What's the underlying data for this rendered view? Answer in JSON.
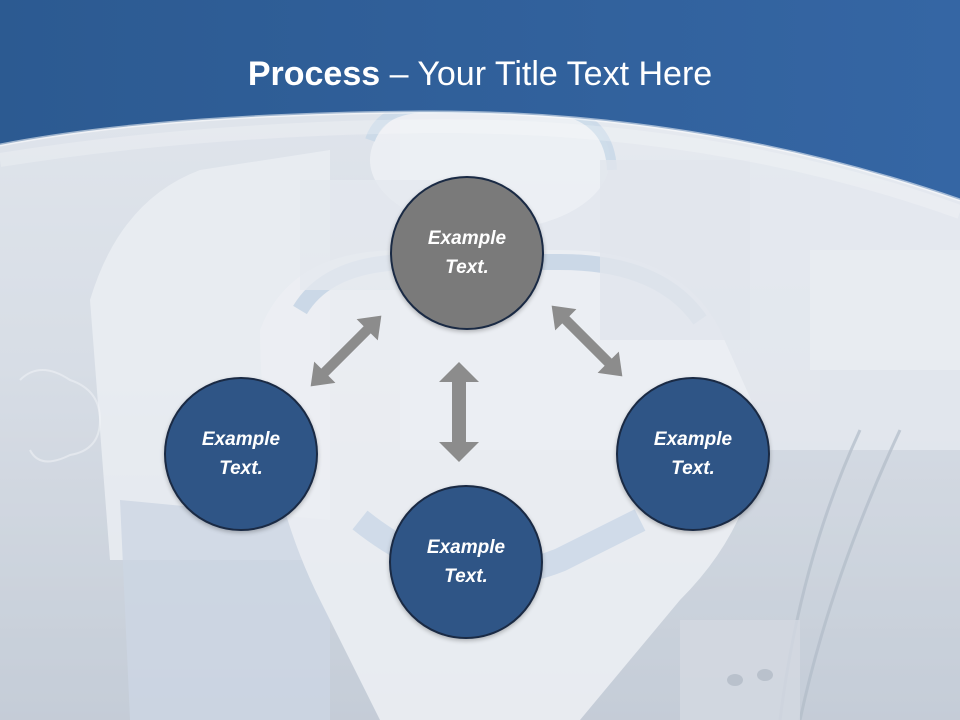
{
  "title": {
    "bold": "Process",
    "separator": " – ",
    "rest": "Your Title Text Here"
  },
  "colors": {
    "header_blue": "#2f5c94",
    "center_node": "#7a7a7a",
    "outer_node": "#2f5586",
    "arrow": "#8c8c8c",
    "background_photo": "#cfd6df"
  },
  "diagram": {
    "center": {
      "label": "Example\nText."
    },
    "left": {
      "label": "Example\nText."
    },
    "bottom": {
      "label": "Example\nText."
    },
    "right": {
      "label": "Example\nText."
    }
  },
  "background": {
    "image": "faded photo of a dental treatment chair with clinicians"
  }
}
